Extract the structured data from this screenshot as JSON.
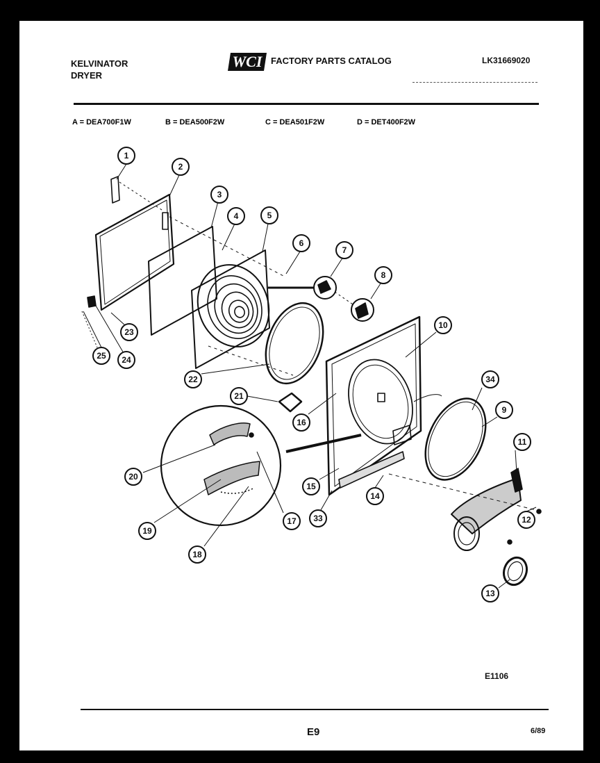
{
  "header": {
    "brand_line1": "KELVINATOR",
    "brand_line2": "DRYER",
    "logo_text": "WCI",
    "catalog_title": "FACTORY PARTS CATALOG",
    "catalog_number": "LK31669020"
  },
  "models": [
    {
      "code": "A",
      "label": "A = DEA700F1W"
    },
    {
      "code": "B",
      "label": "B = DEA500F2W"
    },
    {
      "code": "C",
      "label": "C = DEA501F2W"
    },
    {
      "code": "D",
      "label": "D = DET400F2W"
    }
  ],
  "callouts": [
    "1",
    "2",
    "3",
    "4",
    "5",
    "6",
    "7",
    "8",
    "10",
    "34",
    "9",
    "11",
    "12",
    "13",
    "14",
    "15",
    "16",
    "33",
    "17",
    "18",
    "19",
    "20",
    "21",
    "22",
    "23",
    "24",
    "25"
  ],
  "footer": {
    "figure_id": "E1106",
    "page": "E9",
    "date": "6/89"
  }
}
